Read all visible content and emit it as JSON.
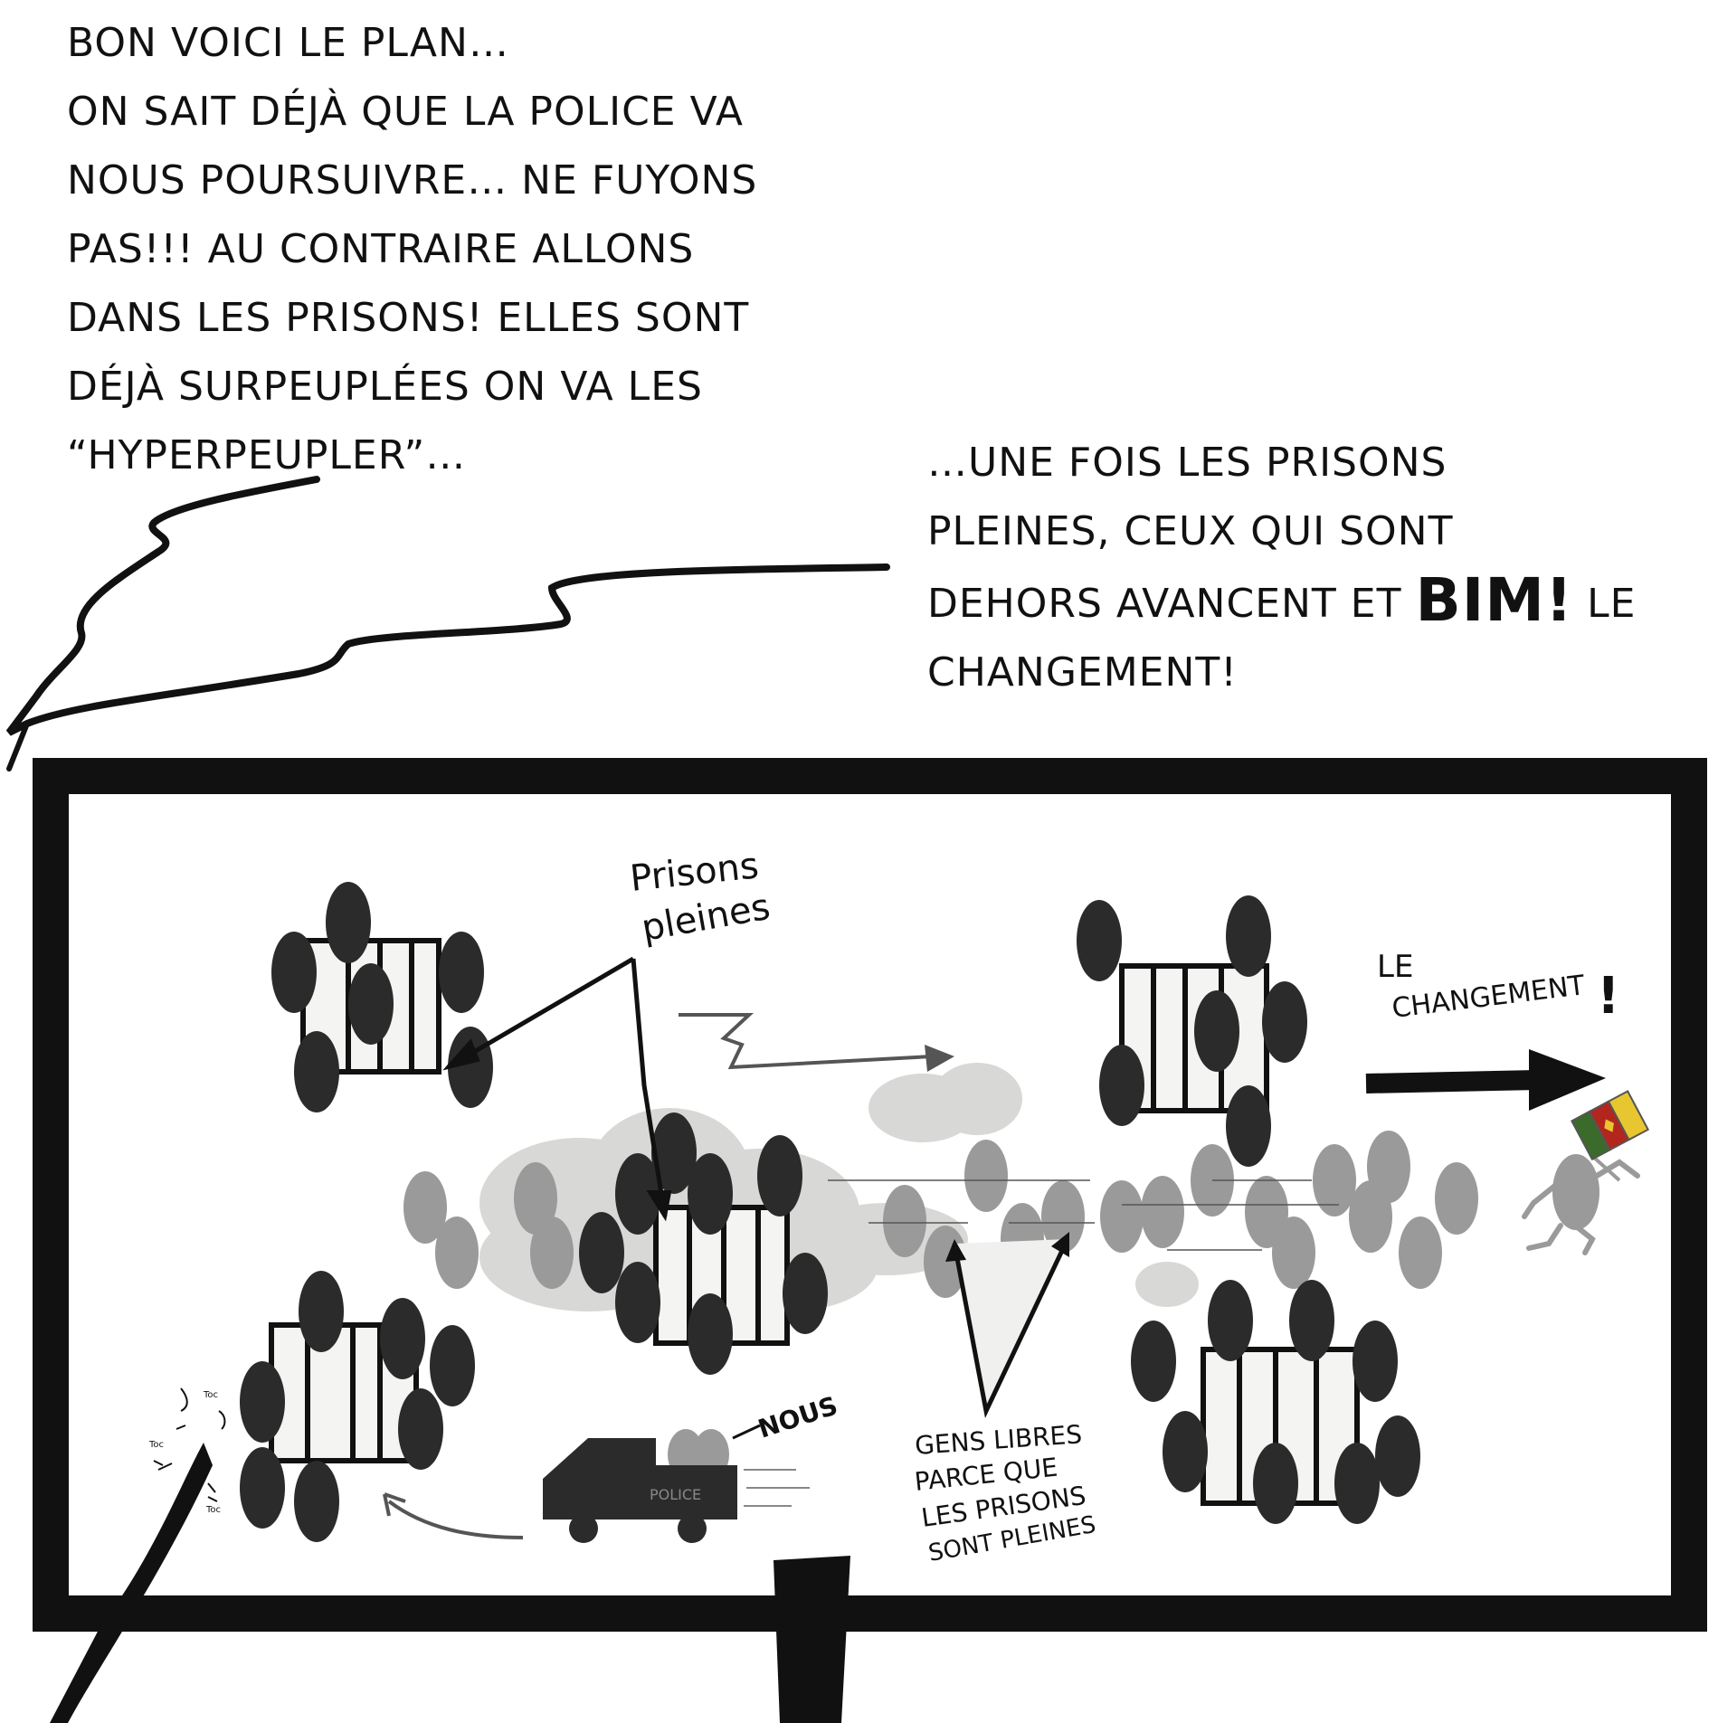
{
  "captions": {
    "left": "BON VOICI LE PLAN…\nON SAIT DÉJÀ QUE LA POLICE VA\nNOUS POURSUIVRE… NE FUYONS\nPAS!!! AU CONTRAIRE ALLONS\nDANS LES PRISONS! ELLES SONT\nDÉJÀ SURPEUPLÉES ON VA LES\n“HYPERPEUPLER”…",
    "right_part1": "…UNE FOIS LES PRISONS\nPLEINES, CEUX QUI SONT\nDEHORS AVANCENT ET ",
    "right_bim": "BIM!",
    "right_part2": " LE\nCHANGEMENT!"
  },
  "board": {
    "label_prisons_line1": "Prisons",
    "label_prisons_line2": "pleines",
    "label_change_line1": "LE",
    "label_change_line2": "CHANGEMENT",
    "label_change_mark": "!",
    "label_nous": "NOUS",
    "police_text": "POLICE",
    "label_free_line1": "GENS LIBRES",
    "label_free_line2": "PARCE QUE",
    "label_free_line3": "LES PRISONS",
    "label_free_line4": "SONT PLEINES",
    "toc": "Toc"
  },
  "colors": {
    "ink": "#111111",
    "dark_person": "#2b2b2b",
    "gray_person": "#9a9a9a",
    "smoke": "#d8d8d6",
    "cell_fill": "#f4f4f2",
    "flag_red": "#b3261e",
    "flag_yellow": "#e8c630",
    "flag_green": "#3a6b2a"
  }
}
